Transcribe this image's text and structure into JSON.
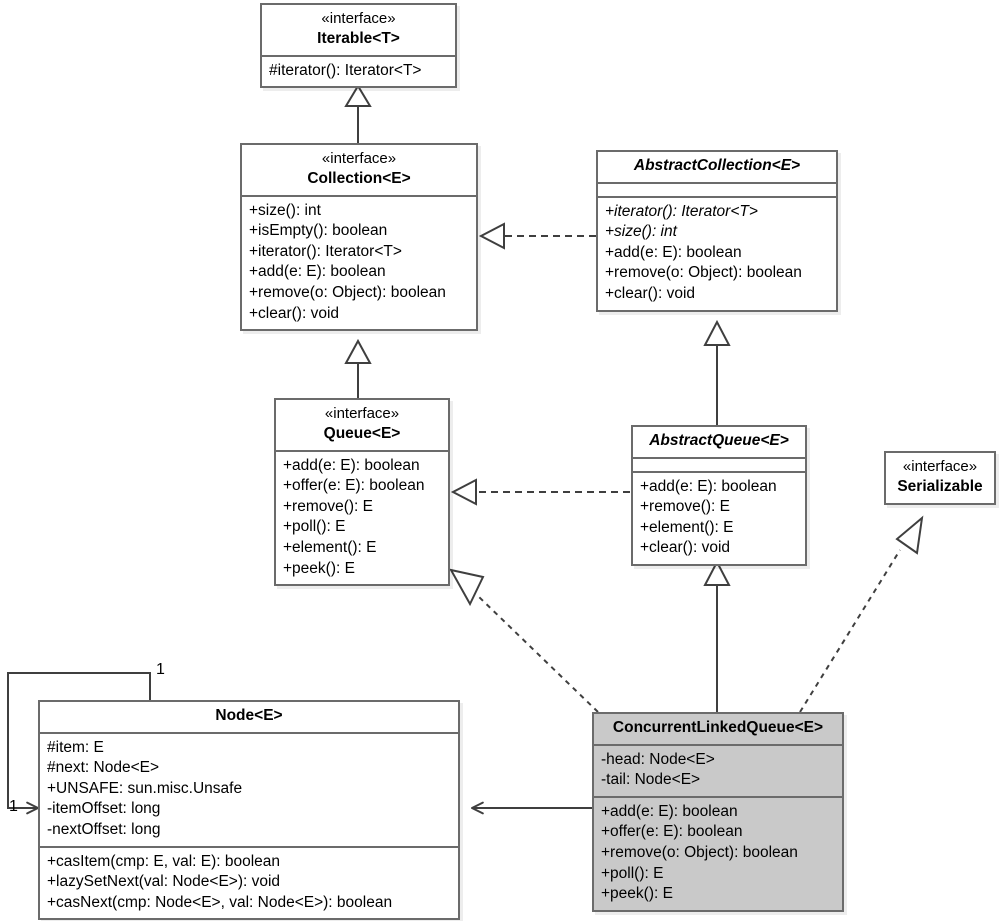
{
  "diagram": {
    "title": "ConcurrentLinkedQueue UML class diagram",
    "type": "uml-class-diagram",
    "colors": {
      "background": "#ffffff",
      "box_border": "#6b6b6b",
      "box_fill": "#ffffff",
      "highlight_fill": "#c9c9c9",
      "line": "#3f3f3f",
      "text": "#000000"
    }
  },
  "classes": {
    "iterable": {
      "stereotype": "«interface»",
      "name": "Iterable<T>",
      "abstract": false,
      "members": [
        "#iterator(): Iterator<T>"
      ]
    },
    "collection": {
      "stereotype": "«interface»",
      "name": "Collection<E>",
      "abstract": false,
      "members": [
        "+size(): int",
        "+isEmpty(): boolean",
        "+iterator(): Iterator<T>",
        "+add(e: E): boolean",
        "+remove(o: Object): boolean",
        "+clear(): void"
      ]
    },
    "abstract_collection": {
      "stereotype": "",
      "name": "AbstractCollection<E>",
      "abstract": true,
      "attributes": [],
      "methods": [
        "+iterator(): Iterator<T>",
        "+size(): int",
        "+add(e: E): boolean",
        "+remove(o: Object): boolean",
        "+clear(): void"
      ],
      "abstract_methods": [
        "+iterator(): Iterator<T>",
        "+size(): int"
      ]
    },
    "queue": {
      "stereotype": "«interface»",
      "name": "Queue<E>",
      "abstract": false,
      "members": [
        "+add(e: E): boolean",
        "+offer(e: E): boolean",
        "+remove(): E",
        "+poll(): E",
        "+element(): E",
        "+peek(): E"
      ]
    },
    "abstract_queue": {
      "stereotype": "",
      "name": "AbstractQueue<E>",
      "abstract": true,
      "attributes": [],
      "methods": [
        "+add(e: E): boolean",
        "+remove(): E",
        "+element(): E",
        "+clear(): void"
      ]
    },
    "serializable": {
      "stereotype": "«interface»",
      "name": "Serializable",
      "abstract": false,
      "members": []
    },
    "concurrent_linked_queue": {
      "stereotype": "",
      "name": "ConcurrentLinkedQueue<E>",
      "abstract": false,
      "highlighted": true,
      "attributes": [
        "-head: Node<E>",
        "-tail: Node<E>"
      ],
      "methods": [
        "+add(e: E): boolean",
        "+offer(e: E): boolean",
        "+remove(o: Object): boolean",
        "+poll(): E",
        "+peek(): E"
      ]
    },
    "node": {
      "stereotype": "",
      "name": "Node<E>",
      "abstract": false,
      "attributes": [
        "#item: E",
        "#next: Node<E>",
        "+UNSAFE: sun.misc.Unsafe",
        "-itemOffset: long",
        "-nextOffset: long"
      ],
      "methods": [
        "+casItem(cmp: E, val: E): boolean",
        "+lazySetNext(val: Node<E>): void",
        "+casNext(cmp: Node<E>, val: Node<E>): boolean"
      ]
    }
  },
  "relationships": [
    {
      "id": "collection-extends-iterable",
      "kind": "generalization",
      "style": "solid",
      "arrow": "hollow-triangle",
      "from": "collection",
      "to": "iterable"
    },
    {
      "id": "abstractcollection-implements-collection",
      "kind": "realization",
      "style": "dashed",
      "arrow": "hollow-triangle",
      "from": "abstract_collection",
      "to": "collection"
    },
    {
      "id": "queue-extends-collection",
      "kind": "generalization",
      "style": "solid",
      "arrow": "hollow-triangle",
      "from": "queue",
      "to": "collection"
    },
    {
      "id": "abstractqueue-extends-abstractcollection",
      "kind": "generalization",
      "style": "solid",
      "arrow": "hollow-triangle",
      "from": "abstract_queue",
      "to": "abstract_collection"
    },
    {
      "id": "abstractqueue-implements-queue",
      "kind": "realization",
      "style": "dashed",
      "arrow": "hollow-triangle",
      "from": "abstract_queue",
      "to": "queue"
    },
    {
      "id": "clq-extends-abstractqueue",
      "kind": "generalization",
      "style": "solid",
      "arrow": "hollow-triangle",
      "from": "concurrent_linked_queue",
      "to": "abstract_queue"
    },
    {
      "id": "clq-implements-queue",
      "kind": "realization",
      "style": "dashed",
      "arrow": "hollow-triangle",
      "from": "concurrent_linked_queue",
      "to": "queue"
    },
    {
      "id": "clq-implements-serializable",
      "kind": "realization",
      "style": "dashed",
      "arrow": "hollow-triangle",
      "from": "concurrent_linked_queue",
      "to": "serializable"
    },
    {
      "id": "clq-uses-node",
      "kind": "association",
      "style": "solid",
      "arrow": "open-arrow",
      "from": "concurrent_linked_queue",
      "to": "node"
    },
    {
      "id": "node-next-node",
      "kind": "self-association",
      "style": "solid",
      "arrow": "open-arrow",
      "from": "node",
      "to": "node",
      "source_multiplicity": "1",
      "target_multiplicity": "1"
    }
  ],
  "labels": {
    "node_self_top_multiplicity": "1",
    "node_self_left_multiplicity": "1"
  }
}
